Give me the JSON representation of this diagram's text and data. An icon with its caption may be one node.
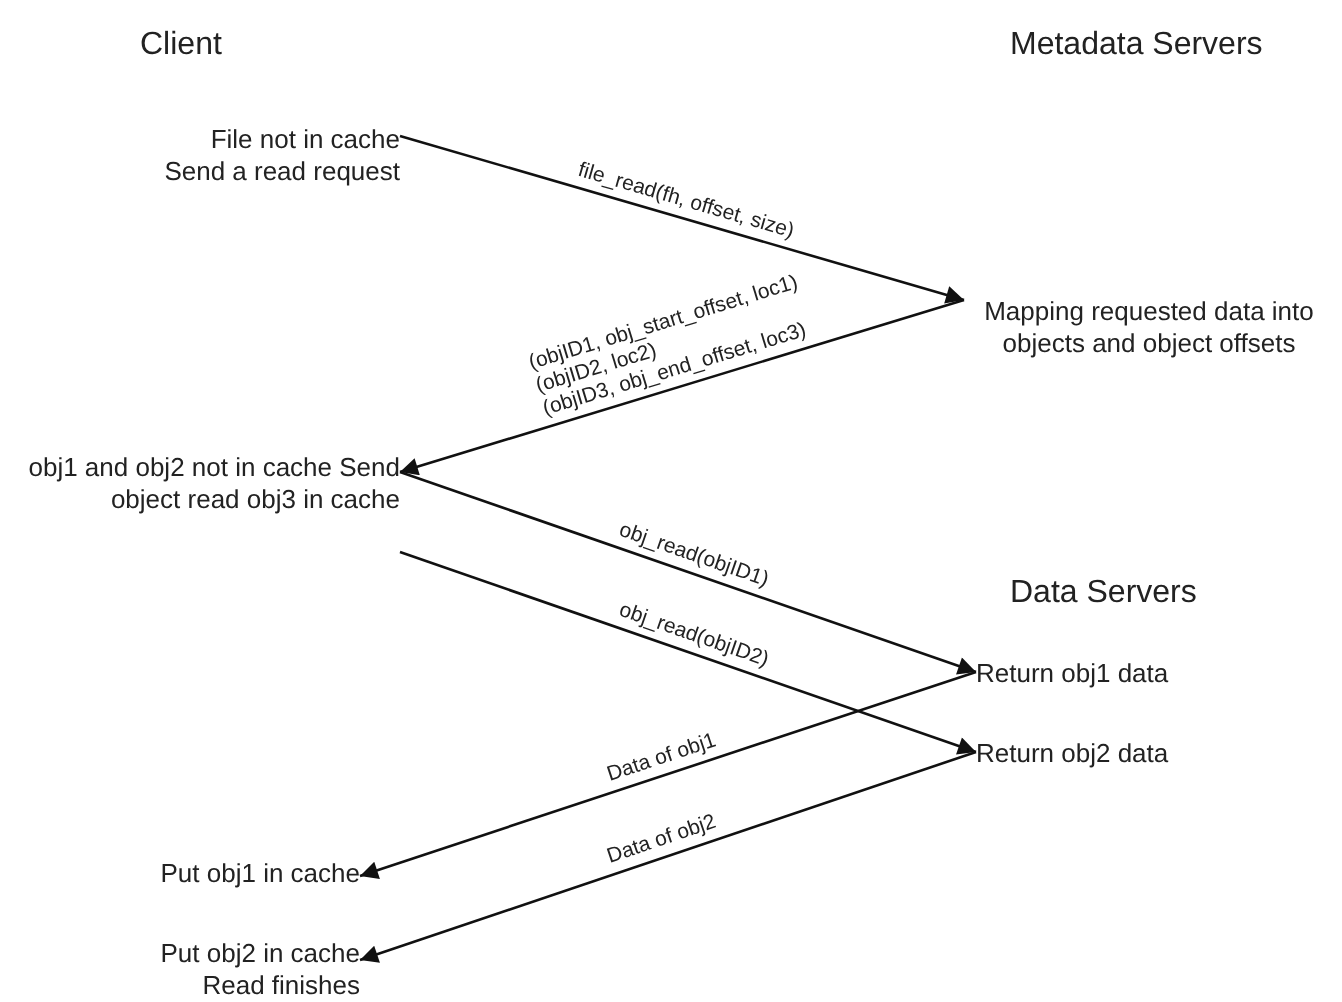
{
  "diagram": {
    "nodes": [
      {
        "text": [
          "File not in cache Send a read request"
        ]
      },
      {
        "text": [
          "Mapping requested data into objects and object offsets"
        ]
      },
      {
        "text": [
          "obj1 and obj2 not in cache Send object read obj3 in cache"
        ]
      },
      {
        "text": [
          "Return obj1 data"
        ]
      },
      {
        "text": [
          "Return obj2 data"
        ]
      },
      {
        "text": [
          "Put obj1 in cache"
        ]
      },
      {
        "text": [
          "Put obj2 in cache Read finishes"
        ]
      }
    ],
    "edges": [
      {
        "from": 0,
        "to": 1,
        "arrow": "to",
        "label": "file_read(fh, offset, size)"
      },
      {
        "from": 1,
        "to": 2,
        "arrow": "to",
        "label": "(objID1, obj_start_offset, loc1) (objID2, loc2) (objID3, obj_end_offset, loc3)"
      },
      {
        "from": 2,
        "to": 3,
        "arrow": "to",
        "label": "obj_read(objID1)"
      },
      {
        "from": 2,
        "to": 4,
        "arrow": "to",
        "label": "obj_read(objID2)"
      },
      {
        "from": 3,
        "to": 5,
        "arrow": "to",
        "label": "Data of obj1"
      },
      {
        "from": 4,
        "to": 6,
        "arrow": "to",
        "label": "Data of obj2"
      }
    ],
    "labels": [
      "Client",
      "Metadata Servers",
      "Data Servers"
    ]
  }
}
